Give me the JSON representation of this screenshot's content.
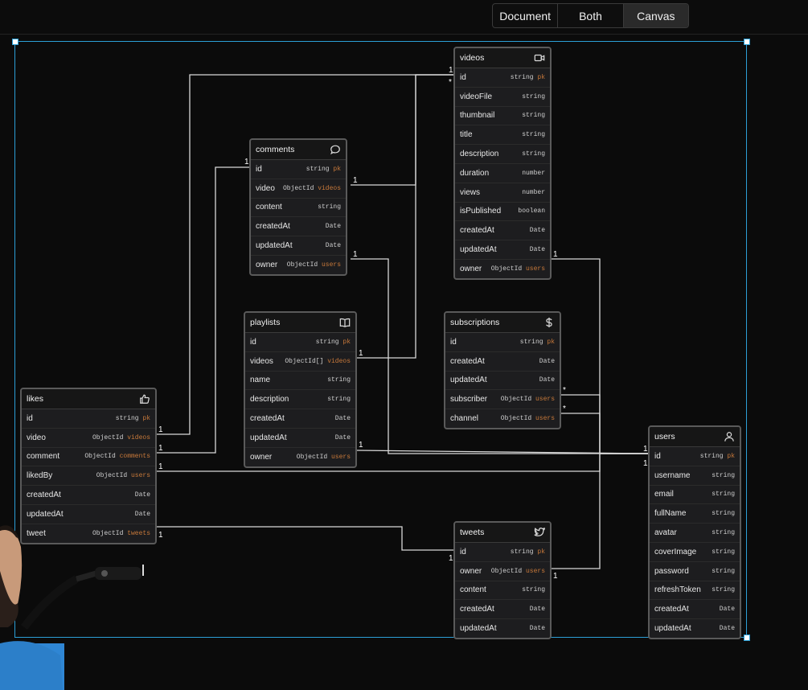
{
  "view_toggle": {
    "options": [
      "Document",
      "Both",
      "Canvas"
    ],
    "active": "Canvas"
  },
  "tables": {
    "videos": {
      "name": "videos",
      "icon": "video-camera-icon",
      "fields": [
        {
          "name": "id",
          "type": "string",
          "ref": "pk"
        },
        {
          "name": "videoFile",
          "type": "string",
          "ref": ""
        },
        {
          "name": "thumbnail",
          "type": "string",
          "ref": ""
        },
        {
          "name": "title",
          "type": "string",
          "ref": ""
        },
        {
          "name": "description",
          "type": "string",
          "ref": ""
        },
        {
          "name": "duration",
          "type": "number",
          "ref": ""
        },
        {
          "name": "views",
          "type": "number",
          "ref": ""
        },
        {
          "name": "isPublished",
          "type": "boolean",
          "ref": ""
        },
        {
          "name": "createdAt",
          "type": "Date",
          "ref": ""
        },
        {
          "name": "updatedAt",
          "type": "Date",
          "ref": ""
        },
        {
          "name": "owner",
          "type": "ObjectId",
          "ref": "users"
        }
      ]
    },
    "comments": {
      "name": "comments",
      "icon": "chat-bubble-icon",
      "fields": [
        {
          "name": "id",
          "type": "string",
          "ref": "pk"
        },
        {
          "name": "video",
          "type": "ObjectId",
          "ref": "videos"
        },
        {
          "name": "content",
          "type": "string",
          "ref": ""
        },
        {
          "name": "createdAt",
          "type": "Date",
          "ref": ""
        },
        {
          "name": "updatedAt",
          "type": "Date",
          "ref": ""
        },
        {
          "name": "owner",
          "type": "ObjectId",
          "ref": "users"
        }
      ]
    },
    "playlists": {
      "name": "playlists",
      "icon": "book-icon",
      "fields": [
        {
          "name": "id",
          "type": "string",
          "ref": "pk"
        },
        {
          "name": "videos",
          "type": "ObjectId[]",
          "ref": "videos"
        },
        {
          "name": "name",
          "type": "string",
          "ref": ""
        },
        {
          "name": "description",
          "type": "string",
          "ref": ""
        },
        {
          "name": "createdAt",
          "type": "Date",
          "ref": ""
        },
        {
          "name": "updatedAt",
          "type": "Date",
          "ref": ""
        },
        {
          "name": "owner",
          "type": "ObjectId",
          "ref": "users"
        }
      ]
    },
    "subscriptions": {
      "name": "subscriptions",
      "icon": "dollar-icon",
      "fields": [
        {
          "name": "id",
          "type": "string",
          "ref": "pk"
        },
        {
          "name": "createdAt",
          "type": "Date",
          "ref": ""
        },
        {
          "name": "updatedAt",
          "type": "Date",
          "ref": ""
        },
        {
          "name": "subscriber",
          "type": "ObjectId",
          "ref": "users"
        },
        {
          "name": "channel",
          "type": "ObjectId",
          "ref": "users"
        }
      ]
    },
    "likes": {
      "name": "likes",
      "icon": "thumbs-up-icon",
      "fields": [
        {
          "name": "id",
          "type": "string",
          "ref": "pk"
        },
        {
          "name": "video",
          "type": "ObjectId",
          "ref": "videos"
        },
        {
          "name": "comment",
          "type": "ObjectId",
          "ref": "comments"
        },
        {
          "name": "likedBy",
          "type": "ObjectId",
          "ref": "users"
        },
        {
          "name": "createdAt",
          "type": "Date",
          "ref": ""
        },
        {
          "name": "updatedAt",
          "type": "Date",
          "ref": ""
        },
        {
          "name": "tweet",
          "type": "ObjectId",
          "ref": "tweets"
        }
      ]
    },
    "users": {
      "name": "users",
      "icon": "user-icon",
      "fields": [
        {
          "name": "id",
          "type": "string",
          "ref": "pk"
        },
        {
          "name": "username",
          "type": "string",
          "ref": ""
        },
        {
          "name": "email",
          "type": "string",
          "ref": ""
        },
        {
          "name": "fullName",
          "type": "string",
          "ref": ""
        },
        {
          "name": "avatar",
          "type": "string",
          "ref": ""
        },
        {
          "name": "coverImage",
          "type": "string",
          "ref": ""
        },
        {
          "name": "password",
          "type": "string",
          "ref": ""
        },
        {
          "name": "refreshToken",
          "type": "string",
          "ref": ""
        },
        {
          "name": "createdAt",
          "type": "Date",
          "ref": ""
        },
        {
          "name": "updatedAt",
          "type": "Date",
          "ref": ""
        }
      ]
    },
    "tweets": {
      "name": "tweets",
      "icon": "bird-icon",
      "fields": [
        {
          "name": "id",
          "type": "string",
          "ref": "pk"
        },
        {
          "name": "owner",
          "type": "ObjectId",
          "ref": "users"
        },
        {
          "name": "content",
          "type": "string",
          "ref": ""
        },
        {
          "name": "createdAt",
          "type": "Date",
          "ref": ""
        },
        {
          "name": "updatedAt",
          "type": "Date",
          "ref": ""
        }
      ]
    }
  },
  "relation_labels": {
    "one": "1",
    "many": "*"
  }
}
